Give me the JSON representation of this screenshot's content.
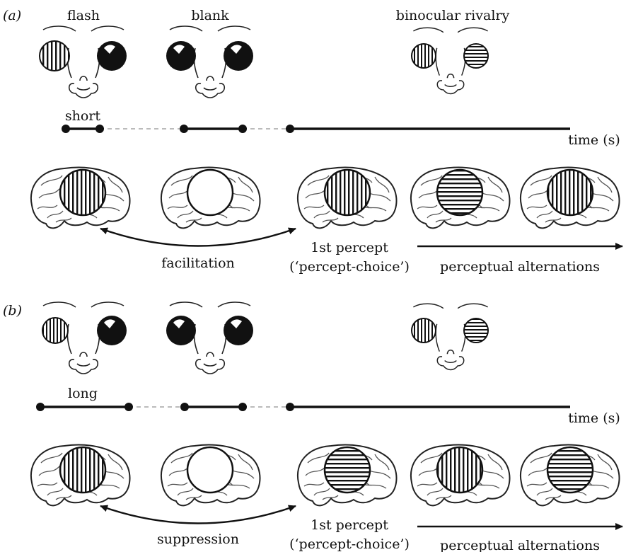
{
  "panels": [
    {
      "label": "(a)",
      "stages": [
        "flash",
        "blank",
        "binocular rivalry"
      ],
      "duration_label": "short",
      "time_label": "time (s)",
      "effect_label": "facilitation",
      "first_percept": [
        "1st percept",
        "(‘percept-choice’)"
      ],
      "alternations_label": "perceptual alternations",
      "eyes": [
        [
          "vertical",
          "dark"
        ],
        [
          "dark",
          "dark"
        ],
        [
          "vertical",
          "horizontal"
        ]
      ],
      "brain_percepts": [
        "vertical",
        "blank",
        "vertical",
        "horizontal",
        "vertical"
      ]
    },
    {
      "label": "(b)",
      "stages": [
        "",
        "",
        ""
      ],
      "duration_label": "long",
      "time_label": "time (s)",
      "effect_label": "suppression",
      "first_percept": [
        "1st percept",
        "(‘percept-choice’)"
      ],
      "alternations_label": "perceptual alternations",
      "eyes": [
        [
          "vertical",
          "dark"
        ],
        [
          "dark",
          "dark"
        ],
        [
          "vertical",
          "horizontal"
        ]
      ],
      "brain_percepts": [
        "vertical",
        "blank",
        "horizontal",
        "vertical",
        "horizontal"
      ]
    }
  ],
  "colors": {
    "ink": "#111111",
    "dashed": "#bbbbbb",
    "brain_fill": "#ffffff",
    "brain_lines": "#555555"
  }
}
